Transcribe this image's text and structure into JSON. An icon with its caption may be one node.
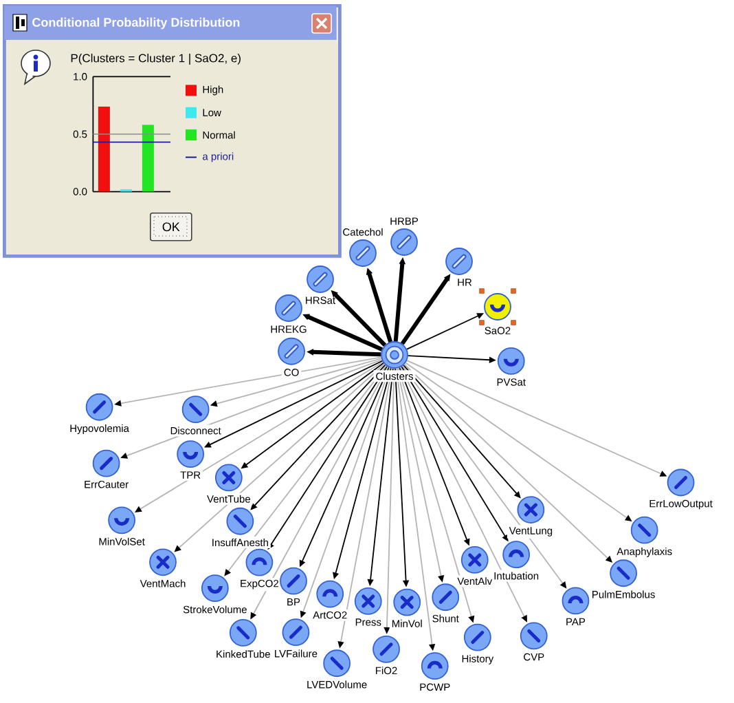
{
  "diagram": {
    "nodes": [
      {
        "text": [
          "Conditional Probability Distribution"
        ]
      },
      {
        "text": [
          "OK"
        ],
        "in": 0
      },
      {
        "text": [
          "Clusters"
        ]
      },
      {
        "text": [
          "Catechol"
        ]
      },
      {
        "text": [
          "HRBP"
        ]
      },
      {
        "text": [
          "HR"
        ]
      },
      {
        "text": [
          "HRSat"
        ]
      },
      {
        "text": [
          "SaO2"
        ]
      },
      {
        "text": [
          "HREKG"
        ]
      },
      {
        "text": [
          "CO"
        ]
      },
      {
        "text": [
          "PVSat"
        ]
      },
      {
        "text": [
          "Hypovolemia"
        ]
      },
      {
        "text": [
          "TPR"
        ]
      },
      {
        "text": [
          "VentLung"
        ]
      },
      {
        "text": [
          "Disconnect"
        ]
      },
      {
        "text": [
          "InsuffAnesth"
        ]
      },
      {
        "text": [
          "ExpCO2"
        ]
      },
      {
        "text": [
          "ArtCO2"
        ]
      },
      {
        "text": [
          "MinVol"
        ]
      },
      {
        "text": [
          "VentAlv"
        ]
      },
      {
        "text": [
          "ErrCauter"
        ]
      },
      {
        "text": [
          "Intubation"
        ]
      },
      {
        "text": [
          "ErrLowOutput"
        ]
      },
      {
        "text": [
          "MinVolSet"
        ]
      },
      {
        "text": [
          "VentTube"
        ]
      },
      {
        "text": [
          "VentMach"
        ]
      },
      {
        "text": [
          "BP"
        ]
      },
      {
        "text": [
          "Press"
        ]
      },
      {
        "text": [
          "Shunt"
        ]
      },
      {
        "text": [
          "Anaphylaxis"
        ]
      },
      {
        "text": [
          "StrokeVolume"
        ]
      },
      {
        "text": [
          "PulmEmbolus"
        ]
      },
      {
        "text": [
          "KinkedTube"
        ]
      },
      {
        "text": [
          "LVFailure"
        ]
      },
      {
        "text": [
          "LVEDVolume"
        ]
      },
      {
        "text": [
          "FiO2"
        ]
      },
      {
        "text": [
          "PCWP"
        ]
      },
      {
        "text": [
          "History"
        ]
      },
      {
        "text": [
          "CVP"
        ]
      },
      {
        "text": [
          "PAP"
        ]
      }
    ],
    "edges": [
      {
        "from": 2,
        "to": 3,
        "arrow": "to",
        "style": "thick"
      },
      {
        "from": 2,
        "to": 4,
        "arrow": "to",
        "style": "thick"
      },
      {
        "from": 2,
        "to": 5,
        "arrow": "to",
        "style": "thick"
      },
      {
        "from": 2,
        "to": 6,
        "arrow": "to",
        "style": "thick"
      },
      {
        "from": 2,
        "to": 7,
        "arrow": "to"
      },
      {
        "from": 2,
        "to": 8,
        "arrow": "to",
        "style": "thick"
      },
      {
        "from": 2,
        "to": 9,
        "arrow": "to",
        "style": "thick"
      },
      {
        "from": 2,
        "to": 10,
        "arrow": "to"
      },
      {
        "from": 2,
        "to": 11,
        "arrow": "to",
        "color": "#b4b4b4"
      },
      {
        "from": 2,
        "to": 12,
        "arrow": "to"
      },
      {
        "from": 2,
        "to": 13,
        "arrow": "to"
      },
      {
        "from": 2,
        "to": 14,
        "arrow": "to",
        "color": "#b4b4b4"
      },
      {
        "from": 2,
        "to": 15,
        "arrow": "to"
      },
      {
        "from": 2,
        "to": 16,
        "arrow": "to"
      },
      {
        "from": 2,
        "to": 17,
        "arrow": "to"
      },
      {
        "from": 2,
        "to": 18,
        "arrow": "to"
      },
      {
        "from": 2,
        "to": 19,
        "arrow": "to"
      },
      {
        "from": 2,
        "to": 20,
        "arrow": "to",
        "color": "#b4b4b4"
      },
      {
        "from": 2,
        "to": 21,
        "arrow": "to"
      },
      {
        "from": 2,
        "to": 22,
        "arrow": "to",
        "color": "#b4b4b4"
      },
      {
        "from": 2,
        "to": 23,
        "arrow": "to",
        "color": "#b4b4b4"
      },
      {
        "from": 2,
        "to": 24,
        "arrow": "to"
      },
      {
        "from": 2,
        "to": 25,
        "arrow": "to",
        "color": "#b4b4b4"
      },
      {
        "from": 2,
        "to": 26,
        "arrow": "to"
      },
      {
        "from": 2,
        "to": 27,
        "arrow": "to"
      },
      {
        "from": 2,
        "to": 28,
        "arrow": "to",
        "color": "#b4b4b4"
      },
      {
        "from": 2,
        "to": 29,
        "arrow": "to",
        "color": "#b4b4b4"
      },
      {
        "from": 2,
        "to": 30,
        "arrow": "to",
        "color": "#b4b4b4"
      },
      {
        "from": 2,
        "to": 31,
        "arrow": "to",
        "color": "#b4b4b4"
      },
      {
        "from": 2,
        "to": 32,
        "arrow": "to",
        "color": "#b4b4b4"
      },
      {
        "from": 2,
        "to": 33,
        "arrow": "to",
        "color": "#b4b4b4"
      },
      {
        "from": 2,
        "to": 34,
        "arrow": "to",
        "color": "#b4b4b4"
      },
      {
        "from": 2,
        "to": 35,
        "arrow": "to",
        "color": "#b4b4b4"
      },
      {
        "from": 2,
        "to": 36,
        "arrow": "to",
        "color": "#b4b4b4"
      },
      {
        "from": 2,
        "to": 37,
        "arrow": "to",
        "color": "#b4b4b4"
      },
      {
        "from": 2,
        "to": 38,
        "arrow": "to",
        "color": "#b4b4b4"
      },
      {
        "from": 2,
        "to": 39,
        "arrow": "to",
        "color": "#b4b4b4"
      }
    ],
    "chart_data": {
      "type": "bar",
      "title": "P(Clusters = Cluster 1 | SaO2, e)",
      "categories": [
        null,
        null,
        null
      ],
      "series": [
        {
          "name": "High",
          "color": "#f01010",
          "values": [
            0.74,
            null,
            null
          ]
        },
        {
          "name": "Low",
          "color": "#40e8f0",
          "values": [
            null,
            0.02,
            null
          ]
        },
        {
          "name": "Normal",
          "color": "#22e622",
          "values": [
            null,
            null,
            0.58
          ]
        }
      ],
      "ylim": [
        0,
        1
      ],
      "yticks": [
        {
          "value": 0,
          "label": "0.0"
        },
        {
          "value": 0.5,
          "label": "0.5"
        },
        {
          "value": 1,
          "label": "1.0"
        }
      ],
      "ref_lines": [
        {
          "axis": "y",
          "value": 0.43,
          "label": "a priori",
          "color": "#1c1c9c"
        }
      ],
      "legend": "right"
    }
  }
}
